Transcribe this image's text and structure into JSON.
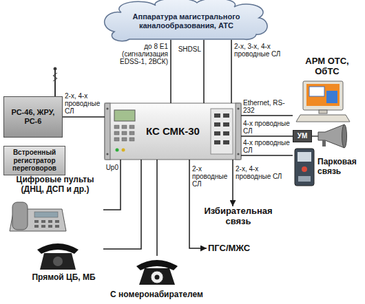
{
  "diagram": {
    "nodes": [
      {
        "text": [
          "Аппаратура магистрального каналообразования, АТС"
        ]
      },
      {
        "text": [
          "РС-46, ЖРУ, РС-6"
        ]
      },
      {
        "text": [
          "КС СМК-30"
        ]
      },
      {
        "text": [
          "Встроенный регистратор переговоров"
        ]
      },
      {
        "text": [
          "АРМ ОТС, ОбТС"
        ]
      },
      {
        "text": [
          "УМ"
        ]
      },
      {
        "text": [
          "Парковая связь"
        ]
      },
      {
        "text": [
          "Цифровые пульты (ДНЦ, ДСП и др.)"
        ]
      },
      {
        "text": [
          "Прямой ЦБ, МБ"
        ]
      },
      {
        "text": [
          "С номеронабирателем"
        ]
      },
      {
        "text": [
          "Избирательная связь"
        ]
      },
      {
        "text": [
          "ПГС/МЖС"
        ]
      }
    ],
    "edges": [
      {
        "from": 2,
        "to": 0,
        "arrow": "none",
        "label": "до 8 Е1 (сигнализация EDSS-1, 2ВСК)"
      },
      {
        "from": 2,
        "to": 0,
        "arrow": "none",
        "label": "SHDSL"
      },
      {
        "from": 2,
        "to": 0,
        "arrow": "none",
        "label": "2-х, 3-х, 4-х проводные СЛ"
      },
      {
        "from": 2,
        "to": 1,
        "arrow": "none",
        "label": "2-х, 4-х проводные СЛ"
      },
      {
        "from": 2,
        "to": 4,
        "arrow": "none",
        "label": "Ethernet, RS-232"
      },
      {
        "from": 2,
        "to": 5,
        "arrow": "none",
        "label": "4-х проводные СЛ"
      },
      {
        "from": 2,
        "to": 6,
        "arrow": "none",
        "label": "4-х проводные СЛ"
      },
      {
        "from": 2,
        "to": 7,
        "arrow": "none",
        "label": "Up0"
      },
      {
        "from": 2,
        "to": 8,
        "arrow": "none"
      },
      {
        "from": 2,
        "to": 9,
        "arrow": "none"
      },
      {
        "from": 2,
        "to": 11,
        "arrow": "to",
        "label": "2-х проводные СЛ"
      },
      {
        "from": 2,
        "to": 10,
        "arrow": "to",
        "label": "2-х, 4-х проводные СЛ"
      }
    ]
  }
}
